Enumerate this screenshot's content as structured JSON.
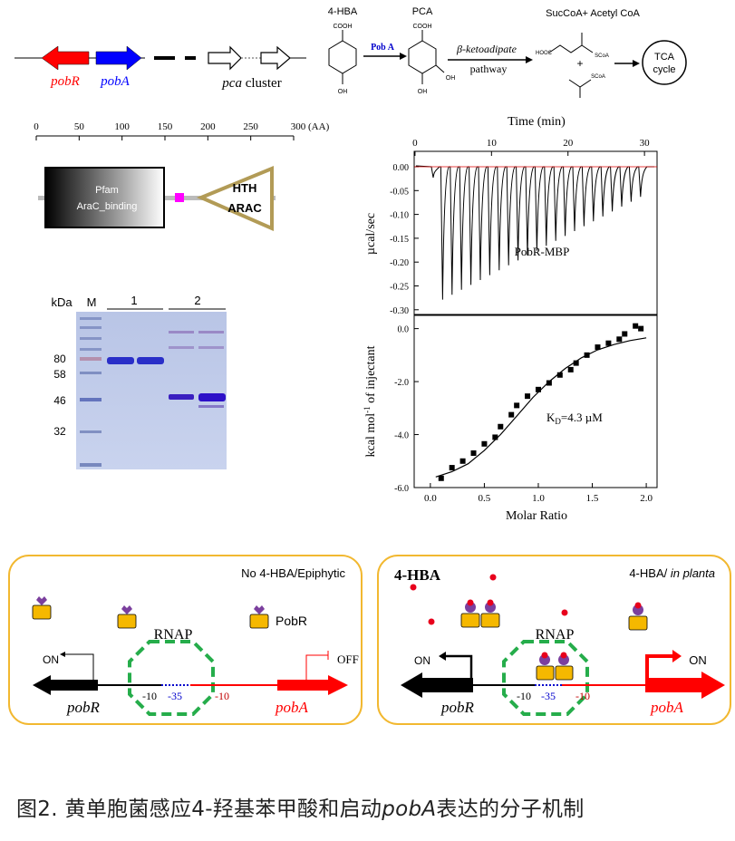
{
  "panel_a": {
    "genes": {
      "pobR": "pobR",
      "pobA": "pobA",
      "pca": "pca",
      "cluster": "cluster"
    },
    "pathway": {
      "hba": "4-HBA",
      "pca": "PCA",
      "cooh": "COOH",
      "oh": "OH",
      "enzyme": "Pob A",
      "route_line1": "β-ketoadipate",
      "route_line2": "pathway",
      "products": "SucCoA+ Acetyl CoA",
      "plus": "+",
      "scoa": "SCoA",
      "hooc": "HOOC",
      "tca_line1": "TCA",
      "tca_line2": "cycle"
    },
    "colors": {
      "pobR": "#ff0000",
      "pobA": "#0000ff",
      "enzyme": "#0000cc"
    }
  },
  "domain_map": {
    "ticks": [
      "0",
      "50",
      "100",
      "150",
      "200",
      "250",
      "300 (AA)"
    ],
    "pfam_line1": "Pfam",
    "pfam_line2": "AraC_binding",
    "hth_line1": "HTH",
    "hth_line2": "ARAC",
    "colors": {
      "hth": "#b29b56",
      "linker": "#ff00ff"
    }
  },
  "gel": {
    "unit": "kDa",
    "marker_lane": "M",
    "lanes": [
      "1",
      "2"
    ],
    "markers": [
      "80",
      "58",
      "46",
      "32"
    ]
  },
  "itc": {
    "top_xlabel": "Time (min)",
    "top_xticks": [
      "0",
      "10",
      "20",
      "30"
    ],
    "top_ylabel": "µcal/sec",
    "top_yticks": [
      "0.00",
      "-0.05",
      "-0.10",
      "-0.15",
      "-0.20",
      "-0.25",
      "-0.30"
    ],
    "sample": "PobR-MBP",
    "bottom_ylabel": "kcal mol⁻¹ of injectant",
    "bottom_yticks": [
      "0.0",
      "-2.0",
      "-4.0",
      "-6.0"
    ],
    "bottom_xlabel": "Molar Ratio",
    "bottom_xticks": [
      "0.0",
      "0.5",
      "1.0",
      "1.5",
      "2.0"
    ],
    "kd_text": "=4.3 µM",
    "kd_symbol": "K",
    "kd_sub": "D"
  },
  "chart_data": {
    "type": "scatter",
    "xlabel": "Molar Ratio",
    "ylabel": "kcal mol-1 of injectant",
    "xlim": [
      -0.15,
      2.1
    ],
    "ylim": [
      -6.0,
      0.5
    ],
    "series": [
      {
        "points": [
          [
            0.1,
            -5.65
          ],
          [
            0.2,
            -5.25
          ],
          [
            0.3,
            -5.0
          ],
          [
            0.4,
            -4.7
          ],
          [
            0.5,
            -4.35
          ],
          [
            0.6,
            -4.1
          ],
          [
            0.65,
            -3.7
          ],
          [
            0.75,
            -3.25
          ],
          [
            0.8,
            -2.9
          ],
          [
            0.9,
            -2.55
          ],
          [
            1.0,
            -2.3
          ],
          [
            1.1,
            -2.05
          ],
          [
            1.2,
            -1.75
          ],
          [
            1.3,
            -1.55
          ],
          [
            1.35,
            -1.3
          ],
          [
            1.45,
            -1.0
          ],
          [
            1.55,
            -0.7
          ],
          [
            1.65,
            -0.55
          ],
          [
            1.75,
            -0.4
          ],
          [
            1.8,
            -0.2
          ],
          [
            1.9,
            0.1
          ],
          [
            1.95,
            0.0
          ]
        ]
      }
    ],
    "fit": [
      [
        0.05,
        -5.6
      ],
      [
        0.2,
        -5.4
      ],
      [
        0.35,
        -5.1
      ],
      [
        0.5,
        -4.6
      ],
      [
        0.65,
        -4.0
      ],
      [
        0.8,
        -3.3
      ],
      [
        0.95,
        -2.6
      ],
      [
        1.1,
        -2.0
      ],
      [
        1.25,
        -1.5
      ],
      [
        1.4,
        -1.1
      ],
      [
        1.55,
        -0.8
      ],
      [
        1.7,
        -0.6
      ],
      [
        1.85,
        -0.45
      ],
      [
        2.0,
        -0.35
      ]
    ]
  },
  "model": {
    "left": {
      "title": "No 4-HBA/Epiphytic",
      "protein": "PobR",
      "rnap": "RNAP",
      "on": "ON",
      "off": "OFF",
      "m10a": "-10",
      "m35": "-35",
      "m10b": "-10",
      "pobR": "pobR",
      "pobA": "pobA"
    },
    "right": {
      "title_prefix": "4-HBA/ ",
      "title_italic": "in planta",
      "ligand": "4-HBA",
      "rnap": "RNAP",
      "on_left": "ON",
      "on_right": "ON",
      "m10a": "-10",
      "m35": "-35",
      "m10b": "-10",
      "pobR": "pobR",
      "pobA": "pobA"
    },
    "colors": {
      "border": "#f2b830",
      "rnap": "#26ad4b",
      "protein": "#f5b800",
      "ligand_site": "#7b3f9e",
      "ligand": "#e8001c"
    }
  },
  "caption": {
    "prefix": "图2. 黄单胞菌感应4-羟基苯甲酸和启动",
    "gene": "pobA",
    "suffix": "表达的分子机制"
  }
}
